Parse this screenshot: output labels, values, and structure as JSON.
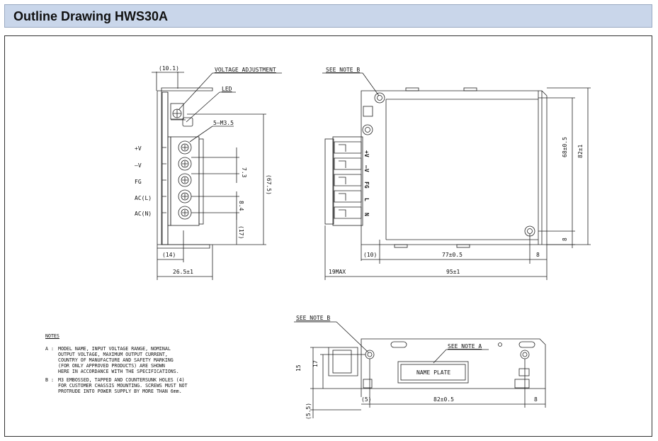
{
  "header": {
    "title": "Outline Drawing HWS30A"
  },
  "front_view": {
    "dim_top": "(10.1)",
    "voltage_adjustment": "VOLTAGE ADJUSTMENT",
    "led": "LED",
    "screws": "5–M3.5",
    "terminals": [
      "+V",
      "–V",
      "FG",
      "AC(L)",
      "AC(N)"
    ],
    "pitch_1": "7.3",
    "pitch_2": "8.4",
    "height_overall": "(67.5)",
    "height_bottom": "(17)",
    "width_14": "(14)",
    "width_total": "26.5±1"
  },
  "side_view": {
    "see_note_b": "SEE NOTE B",
    "terminal_labels": [
      "+V",
      "–V",
      "FG",
      "L",
      "N"
    ],
    "height_inner": "68±0.5",
    "height_outer": "82±1",
    "dim_8_vert": "8",
    "dim_10": "(10)",
    "dim_77": "77±0.5",
    "dim_8_horiz": "8",
    "dim_19max": "19MAX",
    "dim_95": "95±1"
  },
  "bottom_view": {
    "see_note_b": "SEE NOTE B",
    "see_note_a": "SEE NOTE A",
    "name_plate": "NAME PLATE",
    "dim_15": "15",
    "dim_17": "17",
    "dim_5_5": "(5.5)",
    "dim_5": "(5)",
    "dim_82": "82±0.5",
    "dim_8": "8"
  },
  "notes": {
    "title": "NOTES",
    "items": [
      {
        "key": "A :",
        "text": "MODEL NAME, INPUT VOLTAGE RANGE, NOMINAL\nOUTPUT VOLTAGE, MAXIMUM OUTPUT CURRENT,\nCOUNTRY OF MANUFACTURE AND SAFETY MARKING\n(FOR ONLY APPROVED PRODUCTS) ARE SHOWN\nHERE IN ACCORDANCE WITH THE SPECIFICATIONS."
      },
      {
        "key": "B :",
        "text": "M3 EMBOSSED, TAPPED AND COUNTERSUNK HOLES (4)\nFOR CUSTOMER CHASSIS MOUNTING. SCREWS MUST NOT\nPROTRUDE INTO POWER SUPPLY BY MORE THAN 6mm."
      }
    ]
  }
}
